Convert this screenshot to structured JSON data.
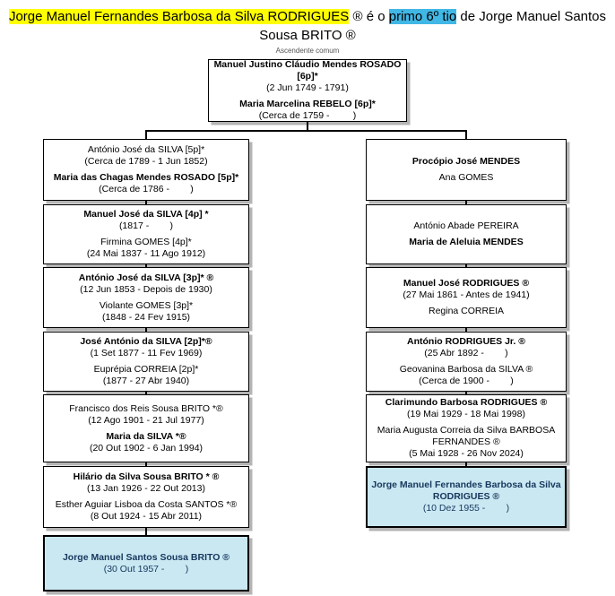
{
  "title": {
    "parts": [
      {
        "text": "Jorge Manuel Fernandes Barbosa da Silva RODRIGUES",
        "highlight": "yellow"
      },
      {
        "text": " ® é o ",
        "highlight": "none"
      },
      {
        "text": "primo 6º tio",
        "highlight": "blue"
      },
      {
        "text": " de Jorge Manuel Santos Sousa BRITO ®",
        "highlight": "none"
      }
    ]
  },
  "colors": {
    "highlight_yellow": "#ffff00",
    "highlight_blue": "#41b7e5",
    "box_highlight_fill": "#c9e8f2",
    "box_highlight_text": "#17375d",
    "box_border": "#000000",
    "box_shadow": "#b4b4b4",
    "connector": "#000000"
  },
  "tree": {
    "common_ancestor_label": "Ascendente comum",
    "root": {
      "lines": [
        {
          "text": "Manuel Justino Cláudio Mendes ROSADO [6p]*",
          "bold": true
        },
        {
          "text": "(2 Jun 1749 - 1791)",
          "bold": false
        },
        {
          "text": "Maria Marcelina REBELO [6p]*",
          "bold": true,
          "sp": true
        },
        {
          "text": "(Cerca de 1759 -         )",
          "bold": false
        }
      ]
    },
    "left": [
      {
        "lines": [
          {
            "text": "António José da SILVA [5p]*",
            "bold": false
          },
          {
            "text": "(Cerca de 1789 - 1 Jun 1852)",
            "bold": false
          },
          {
            "text": "Maria das Chagas Mendes ROSADO [5p]*",
            "bold": true,
            "sp": true
          },
          {
            "text": "(Cerca de 1786 -        )",
            "bold": false
          }
        ]
      },
      {
        "lines": [
          {
            "text": "Manuel José da SILVA [4p] *",
            "bold": true
          },
          {
            "text": "(1817 -        )",
            "bold": false
          },
          {
            "text": "Firmina GOMES [4p]*",
            "bold": false,
            "sp": true
          },
          {
            "text": "(24 Mai 1837 - 11 Ago 1912)",
            "bold": false
          }
        ]
      },
      {
        "lines": [
          {
            "text": "António José da SILVA [3p]* ®",
            "bold": true
          },
          {
            "text": "(12 Jun 1853 - Depois de 1930)",
            "bold": false
          },
          {
            "text": "Violante GOMES [3p]*",
            "bold": false,
            "sp": true
          },
          {
            "text": "(1848 - 24 Fev 1915)",
            "bold": false
          }
        ]
      },
      {
        "lines": [
          {
            "text": "José António da SILVA [2p]*®",
            "bold": true
          },
          {
            "text": "(1 Set 1877 - 11 Fev 1969)",
            "bold": false
          },
          {
            "text": "Euprépia CORREIA [2p]*",
            "bold": false,
            "sp": true
          },
          {
            "text": "(1877 - 27 Abr 1940)",
            "bold": false
          }
        ]
      },
      {
        "lines": [
          {
            "text": "Francisco dos Reis Sousa BRITO *®",
            "bold": false
          },
          {
            "text": "(12 Ago 1901 - 21 Jul 1977)",
            "bold": false
          },
          {
            "text": "Maria da SILVA *®",
            "bold": true,
            "sp": true
          },
          {
            "text": "(20 Out 1902 - 6 Jan 1994)",
            "bold": false
          }
        ]
      },
      {
        "lines": [
          {
            "text": "Hilário da Silva Sousa BRITO * ®",
            "bold": true
          },
          {
            "text": "(13 Jan 1926 - 22 Out 2013)",
            "bold": false
          },
          {
            "text": "Esther Aguiar Lisboa da Costa SANTOS *®",
            "bold": false,
            "sp": true
          },
          {
            "text": "(8 Out 1924 - 15 Abr 2011)",
            "bold": false
          }
        ]
      },
      {
        "highlighted": true,
        "lines": [
          {
            "text": "Jorge Manuel Santos Sousa BRITO ®",
            "bold": true
          },
          {
            "text": "(30 Out 1957 -        )",
            "bold": false
          }
        ]
      }
    ],
    "right": [
      {
        "lines": [
          {
            "text": "Procópio José MENDES",
            "bold": true
          },
          {
            "text": "Ana GOMES",
            "bold": false,
            "sp": true
          }
        ]
      },
      {
        "lines": [
          {
            "text": "António Abade PEREIRA",
            "bold": false
          },
          {
            "text": "Maria de Aleluia MENDES",
            "bold": true,
            "sp": true
          }
        ]
      },
      {
        "lines": [
          {
            "text": "Manuel José RODRIGUES ®",
            "bold": true
          },
          {
            "text": "(27 Mai 1861 - Antes de 1941)",
            "bold": false
          },
          {
            "text": "Regina CORREIA",
            "bold": false,
            "sp": true
          }
        ]
      },
      {
        "lines": [
          {
            "text": "António RODRIGUES Jr. ®",
            "bold": true
          },
          {
            "text": "(25 Abr 1892 -        )",
            "bold": false
          },
          {
            "text": "Geovanina Barbosa da SILVA ®",
            "bold": false,
            "sp": true
          },
          {
            "text": "(Cerca de 1900 -        )",
            "bold": false
          }
        ]
      },
      {
        "lines": [
          {
            "text": "Clarimundo Barbosa RODRIGUES ®",
            "bold": true
          },
          {
            "text": "(19 Mai 1929 - 18 Mai 1998)",
            "bold": false
          },
          {
            "text": "Maria Augusta Correia da Silva BARBOSA FERNANDES ®",
            "bold": false,
            "sp": true
          },
          {
            "text": "(5 Mai 1928 - 26 Nov 2024)",
            "bold": false
          }
        ]
      },
      {
        "highlighted": true,
        "lines": [
          {
            "text": "Jorge Manuel Fernandes Barbosa da Silva RODRIGUES ®",
            "bold": true
          },
          {
            "text": "(10 Dez 1955 -        )",
            "bold": false
          }
        ]
      }
    ]
  }
}
